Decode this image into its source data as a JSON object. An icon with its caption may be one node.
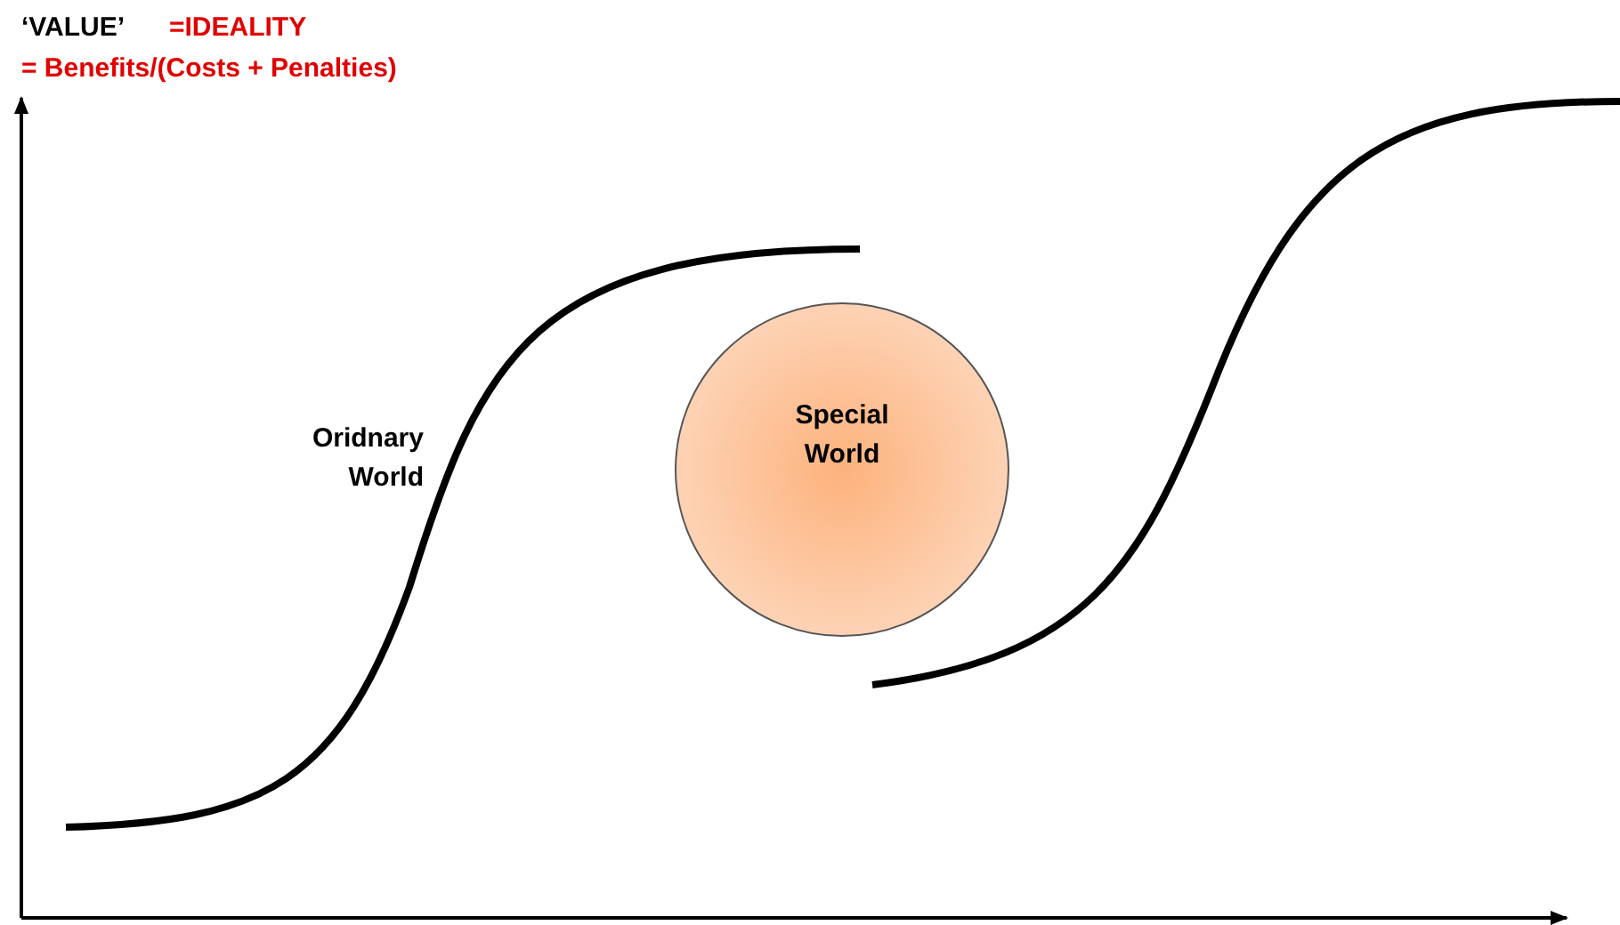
{
  "diagram": {
    "nodes": [
      {
        "text": [
          "Special World"
        ]
      }
    ],
    "labels": [
      "‘VALUE’",
      "=IDEALITY",
      "= Benefits/(Costs + Penalties)",
      "Oridnary World"
    ]
  }
}
